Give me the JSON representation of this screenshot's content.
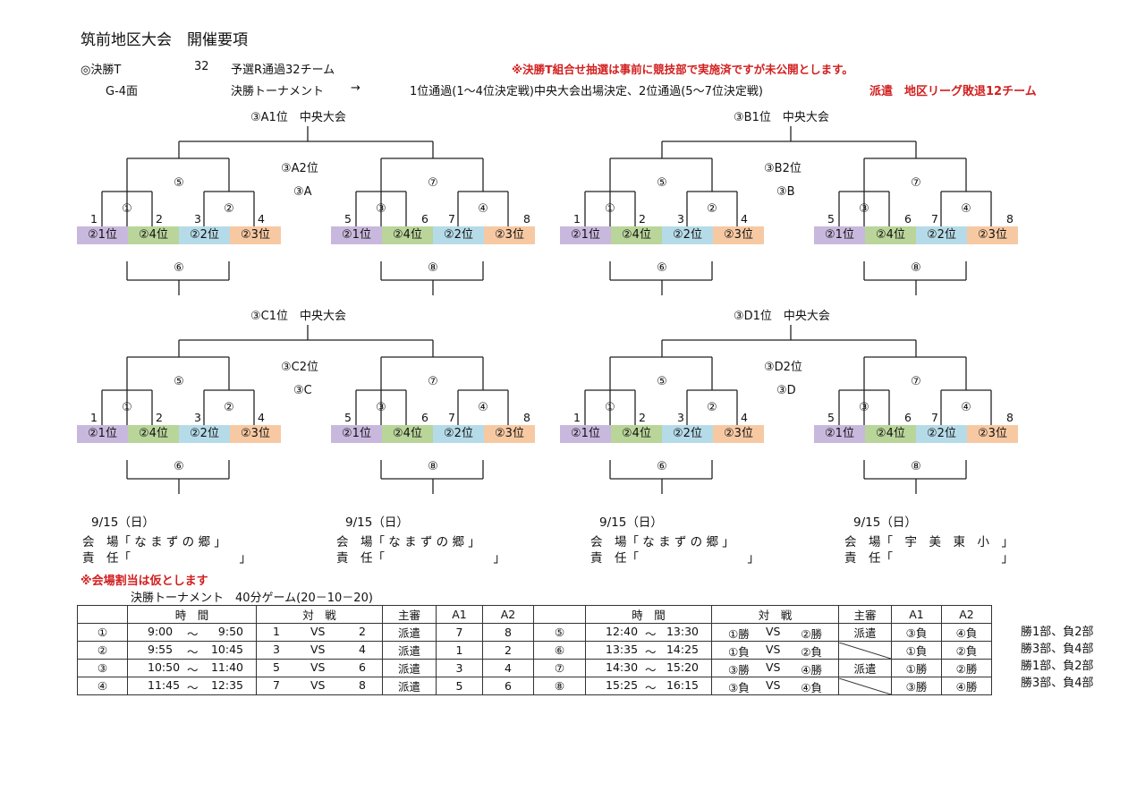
{
  "title": "筑前地区大会　開催要項",
  "header": {
    "final_t": "◎決勝T",
    "count": "32",
    "qualify": "予選R通過32チーム",
    "note_red": "※決勝T組合せ抽選は事前に競技部で実施済ですが未公開とします。",
    "courts": "G-4面",
    "final_tournament": "決勝トーナメント",
    "arrow": "→",
    "result": "1位通過(1～4位決定戦)中央大会出場決定、2位通過(5～7位決定戦)",
    "dispatch": "派遣　地区リーグ敗退12チーム"
  },
  "brackets": [
    {
      "top": "③A1位　中央大会",
      "second": "③A2位",
      "third": "③A"
    },
    {
      "top": "③B1位　中央大会",
      "second": "③B2位",
      "third": "③B"
    },
    {
      "top": "③C1位　中央大会",
      "second": "③C2位",
      "third": "③C"
    },
    {
      "top": "③D1位　中央大会",
      "second": "③D2位",
      "third": "③D"
    }
  ],
  "match_labels": {
    "m1": "①",
    "m2": "②",
    "m3": "③",
    "m4": "④",
    "m5": "⑤",
    "m6": "⑥",
    "m7": "⑦",
    "m8": "⑧"
  },
  "seeds": [
    "1",
    "2",
    "3",
    "4",
    "5",
    "6",
    "7",
    "8"
  ],
  "pools": [
    "②1位",
    "②4位",
    "②2位",
    "②3位"
  ],
  "colors": {
    "purple": "#c9b8dd",
    "green": "#b9d59a",
    "blue": "#b6dbe8",
    "orange": "#f7c9a3",
    "red": "#d21f1f"
  },
  "venues": [
    {
      "date": "9/15（日）",
      "venue": "会　場「 な ま ず の 郷 」",
      "resp": "責　任「　　　　　　　　　」"
    },
    {
      "date": "9/15（日）",
      "venue": "会　場「 な ま ず の 郷 」",
      "resp": "責　任「　　　　　　　　　」"
    },
    {
      "date": "9/15（日）",
      "venue": "会　場「 な ま ず の 郷 」",
      "resp": "責　任「　　　　　　　　　」"
    },
    {
      "date": "9/15（日）",
      "venue": "会　場「　宇　美　東　小　」",
      "resp": "責　任「　　　　　　　　　」"
    }
  ],
  "venue_note": "※会場割当は仮とします",
  "schedule_title": "決勝トーナメント　40分ゲーム(20－10－20)",
  "schedule": {
    "headers": {
      "time": "時　間",
      "match": "対　戦",
      "ref": "主審",
      "a1": "A1",
      "a2": "A2"
    },
    "left": [
      {
        "no": "①",
        "start": "9:00",
        "tilde": "～",
        "end": "9:50",
        "t1": "1",
        "vs": "VS",
        "t2": "2",
        "ref": "派遣",
        "a1": "7",
        "a2": "8"
      },
      {
        "no": "②",
        "start": "9:55",
        "tilde": "～",
        "end": "10:45",
        "t1": "3",
        "vs": "VS",
        "t2": "4",
        "ref": "派遣",
        "a1": "1",
        "a2": "2"
      },
      {
        "no": "③",
        "start": "10:50",
        "tilde": "～",
        "end": "11:40",
        "t1": "5",
        "vs": "VS",
        "t2": "6",
        "ref": "派遣",
        "a1": "3",
        "a2": "4"
      },
      {
        "no": "④",
        "start": "11:45",
        "tilde": "～",
        "end": "12:35",
        "t1": "7",
        "vs": "VS",
        "t2": "8",
        "ref": "派遣",
        "a1": "5",
        "a2": "6"
      }
    ],
    "right": [
      {
        "no": "⑤",
        "start": "12:40",
        "tilde": "～",
        "end": "13:30",
        "t1": "①勝",
        "vs": "VS",
        "t2": "②勝",
        "ref": "派遣",
        "a1": "③負",
        "a2": "④負",
        "note": "勝1部、負2部"
      },
      {
        "no": "⑥",
        "start": "13:35",
        "tilde": "～",
        "end": "14:25",
        "t1": "①負",
        "vs": "VS",
        "t2": "②負",
        "ref": "",
        "a1": "①負",
        "a2": "②負",
        "note": "勝3部、負4部"
      },
      {
        "no": "⑦",
        "start": "14:30",
        "tilde": "～",
        "end": "15:20",
        "t1": "③勝",
        "vs": "VS",
        "t2": "④勝",
        "ref": "派遣",
        "a1": "①勝",
        "a2": "②勝",
        "note": "勝1部、負2部"
      },
      {
        "no": "⑧",
        "start": "15:25",
        "tilde": "～",
        "end": "16:15",
        "t1": "③負",
        "vs": "VS",
        "t2": "④負",
        "ref": "",
        "a1": "③勝",
        "a2": "④勝",
        "note": "勝3部、負4部"
      }
    ]
  }
}
